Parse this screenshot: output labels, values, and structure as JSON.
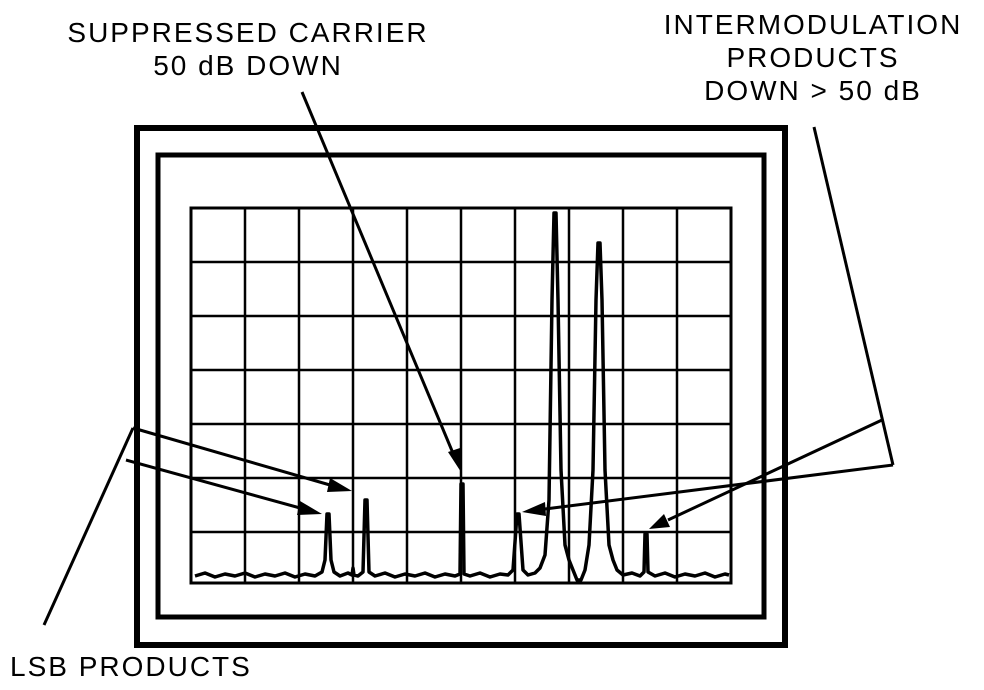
{
  "annotations": {
    "suppressed_carrier": [
      "SUPPRESSED CARRIER",
      "50 dB DOWN"
    ],
    "intermodulation": [
      "INTERMODULATION",
      "PRODUCTS",
      "DOWN > 50 dB"
    ],
    "lsb_products": "LSB PRODUCTS"
  },
  "display": {
    "graticule_divisions": {
      "horizontal": 10,
      "vertical": 7
    },
    "trace_color": "#000000",
    "grid_color": "#000000"
  }
}
